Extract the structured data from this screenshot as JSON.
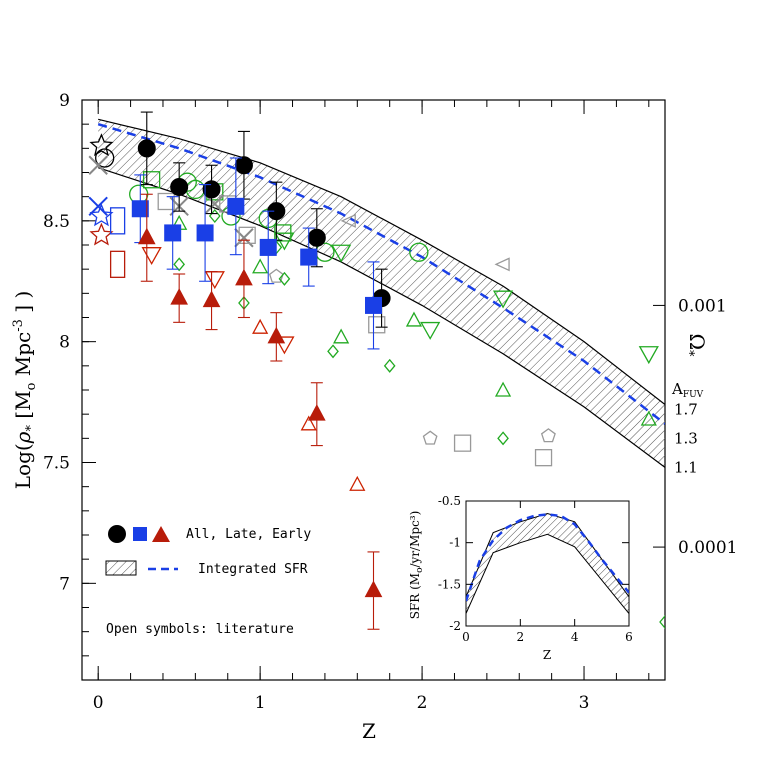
{
  "chart_data": [
    {
      "type": "scatter",
      "xlabel": "Z",
      "ylabel_prefix": "Log(",
      "ylabel_rho": "ρ",
      "ylabel_sub": "*",
      "ylabel_units": " [M",
      "ylabel_units_sub": "o",
      "ylabel_units_rest": " Mpc",
      "ylabel_exp": "-3",
      "ylabel_suffix": " ] )",
      "xlim": [
        -0.1,
        3.5
      ],
      "ylim": [
        6.6,
        9.0
      ],
      "x_ticks": [
        0,
        1,
        2,
        3
      ],
      "y_ticks": [
        7,
        7.5,
        8,
        8.5,
        9
      ],
      "right_axis": {
        "label": "Ω",
        "label_sub": "*",
        "ticks": [
          {
            "label": "0.001",
            "y": 8.15
          },
          {
            "label": "0.0001",
            "y": 7.15
          }
        ],
        "afuv_title": "A",
        "afuv_sub": "FUV",
        "afuv_values": [
          {
            "label": "1.7",
            "y": 7.72
          },
          {
            "label": "1.3",
            "y": 7.6
          },
          {
            "label": "1.1",
            "y": 7.48
          }
        ]
      },
      "band": {
        "z": [
          0,
          0.5,
          1,
          1.5,
          2,
          2.5,
          3,
          3.5
        ],
        "upper": [
          8.92,
          8.84,
          8.74,
          8.6,
          8.42,
          8.23,
          8.0,
          7.74
        ],
        "lower": [
          8.72,
          8.61,
          8.48,
          8.33,
          8.15,
          7.95,
          7.73,
          7.48
        ]
      },
      "integrated_sfr_line": {
        "z": [
          0,
          0.5,
          1,
          1.5,
          2,
          2.5,
          3,
          3.5
        ],
        "y": [
          8.9,
          8.8,
          8.68,
          8.53,
          8.35,
          8.14,
          7.92,
          7.66
        ]
      },
      "series": [
        {
          "name": "All",
          "marker": "circle-filled",
          "color": "#000000",
          "points": [
            {
              "x": 0.3,
              "y": 8.8,
              "err": 0.15
            },
            {
              "x": 0.5,
              "y": 8.64,
              "err": 0.1
            },
            {
              "x": 0.7,
              "y": 8.63,
              "err": 0.1
            },
            {
              "x": 0.9,
              "y": 8.73,
              "err": 0.14
            },
            {
              "x": 1.1,
              "y": 8.54,
              "err": 0.12
            },
            {
              "x": 1.35,
              "y": 8.43,
              "err": 0.12
            },
            {
              "x": 1.75,
              "y": 8.18,
              "err": 0.12
            }
          ]
        },
        {
          "name": "Late",
          "marker": "square-filled",
          "color": "#1a3fe6",
          "points": [
            {
              "x": 0.26,
              "y": 8.55,
              "err": 0.14
            },
            {
              "x": 0.46,
              "y": 8.45,
              "err": 0.15
            },
            {
              "x": 0.66,
              "y": 8.45,
              "err": 0.2
            },
            {
              "x": 0.85,
              "y": 8.56,
              "err": 0.2
            },
            {
              "x": 1.05,
              "y": 8.39,
              "err": 0.15
            },
            {
              "x": 1.3,
              "y": 8.35,
              "err": 0.12
            },
            {
              "x": 1.7,
              "y": 8.15,
              "err": 0.18
            }
          ]
        },
        {
          "name": "Early",
          "marker": "triangle-filled",
          "color": "#b81c0a",
          "points": [
            {
              "x": 0.3,
              "y": 8.43,
              "err": 0.18
            },
            {
              "x": 0.5,
              "y": 8.18,
              "err": 0.1
            },
            {
              "x": 0.7,
              "y": 8.17,
              "err": 0.12
            },
            {
              "x": 0.9,
              "y": 8.26,
              "err": 0.16
            },
            {
              "x": 1.1,
              "y": 8.02,
              "err": 0.1
            },
            {
              "x": 1.35,
              "y": 7.7,
              "err": 0.13
            },
            {
              "x": 1.7,
              "y": 6.97,
              "err": 0.16
            }
          ]
        },
        {
          "name": "",
          "marker": "literature",
          "points": [
            {
              "x": 0.02,
              "y": 8.81,
              "shape": "star",
              "color": "#000000"
            },
            {
              "x": 0.02,
              "y": 8.52,
              "shape": "star",
              "color": "#1a3fe6"
            },
            {
              "x": 0.02,
              "y": 8.44,
              "shape": "star",
              "color": "#b81c0a"
            },
            {
              "x": 0.04,
              "y": 8.76,
              "shape": "circle",
              "color": "#000000"
            },
            {
              "x": 0.0,
              "y": 8.73,
              "shape": "cross",
              "color": "#888888"
            },
            {
              "x": 0.0,
              "y": 8.56,
              "shape": "cross",
              "color": "#1a3fe6"
            },
            {
              "x": 0.12,
              "y": 8.5,
              "shape": "rect",
              "color": "#1a3fe6"
            },
            {
              "x": 0.12,
              "y": 8.32,
              "shape": "rect",
              "color": "#b81c0a"
            },
            {
              "x": 0.25,
              "y": 8.61,
              "shape": "circle",
              "color": "#22aa22"
            },
            {
              "x": 0.33,
              "y": 8.67,
              "shape": "square",
              "color": "#22aa22"
            },
            {
              "x": 0.42,
              "y": 8.58,
              "shape": "square",
              "color": "#999999"
            },
            {
              "x": 0.55,
              "y": 8.66,
              "shape": "circle",
              "color": "#22aa22"
            },
            {
              "x": 0.6,
              "y": 8.63,
              "shape": "circle",
              "color": "#22aa22"
            },
            {
              "x": 0.72,
              "y": 8.62,
              "shape": "square",
              "color": "#22aa22"
            },
            {
              "x": 0.8,
              "y": 8.57,
              "shape": "square",
              "color": "#999999"
            },
            {
              "x": 0.82,
              "y": 8.52,
              "shape": "circle",
              "color": "#22aa22"
            },
            {
              "x": 1.05,
              "y": 8.51,
              "shape": "circle",
              "color": "#22aa22"
            },
            {
              "x": 1.14,
              "y": 8.45,
              "shape": "square",
              "color": "#22aa22"
            },
            {
              "x": 1.4,
              "y": 8.37,
              "shape": "circle",
              "color": "#22aa22"
            },
            {
              "x": 1.98,
              "y": 8.37,
              "shape": "circle",
              "color": "#22aa22"
            },
            {
              "x": 0.5,
              "y": 8.56,
              "shape": "cross",
              "color": "#888888"
            },
            {
              "x": 0.72,
              "y": 8.57,
              "shape": "cross",
              "color": "#888888"
            },
            {
              "x": 0.9,
              "y": 8.43,
              "shape": "cross",
              "color": "#888888"
            },
            {
              "x": 0.92,
              "y": 8.44,
              "shape": "square",
              "color": "#999999"
            },
            {
              "x": 1.1,
              "y": 8.27,
              "shape": "pentagon",
              "color": "#999999"
            },
            {
              "x": 1.72,
              "y": 8.07,
              "shape": "square",
              "color": "#999999"
            },
            {
              "x": 2.05,
              "y": 7.6,
              "shape": "pentagon",
              "color": "#999999"
            },
            {
              "x": 2.25,
              "y": 7.58,
              "shape": "square",
              "color": "#999999"
            },
            {
              "x": 2.75,
              "y": 7.52,
              "shape": "square",
              "color": "#999999"
            },
            {
              "x": 2.78,
              "y": 7.61,
              "shape": "pentagon",
              "color": "#999999"
            },
            {
              "x": 1.55,
              "y": 8.5,
              "shape": "tri-left",
              "color": "#999999"
            },
            {
              "x": 2.5,
              "y": 8.32,
              "shape": "tri-left",
              "color": "#999999"
            },
            {
              "x": 0.5,
              "y": 8.49,
              "shape": "tri-up",
              "color": "#22aa22"
            },
            {
              "x": 1.0,
              "y": 8.31,
              "shape": "tri-up",
              "color": "#22aa22"
            },
            {
              "x": 1.5,
              "y": 8.02,
              "shape": "tri-up",
              "color": "#22aa22"
            },
            {
              "x": 1.95,
              "y": 8.09,
              "shape": "tri-up",
              "color": "#22aa22"
            },
            {
              "x": 2.5,
              "y": 7.8,
              "shape": "tri-up",
              "color": "#22aa22"
            },
            {
              "x": 3.4,
              "y": 7.68,
              "shape": "tri-up",
              "color": "#22aa22"
            },
            {
              "x": 1.15,
              "y": 8.42,
              "shape": "tri-down",
              "color": "#22aa22"
            },
            {
              "x": 1.5,
              "y": 8.37,
              "shape": "tri-down",
              "color": "#22aa22"
            },
            {
              "x": 2.05,
              "y": 8.05,
              "shape": "tri-down",
              "color": "#22aa22"
            },
            {
              "x": 2.5,
              "y": 8.18,
              "shape": "tri-down",
              "color": "#22aa22"
            },
            {
              "x": 3.4,
              "y": 7.95,
              "shape": "tri-down",
              "color": "#22aa22"
            },
            {
              "x": 0.5,
              "y": 8.32,
              "shape": "diamond",
              "color": "#22aa22"
            },
            {
              "x": 0.72,
              "y": 8.52,
              "shape": "diamond",
              "color": "#22aa22"
            },
            {
              "x": 0.9,
              "y": 8.16,
              "shape": "diamond",
              "color": "#22aa22"
            },
            {
              "x": 1.1,
              "y": 8.39,
              "shape": "diamond",
              "color": "#22aa22"
            },
            {
              "x": 1.15,
              "y": 8.26,
              "shape": "diamond",
              "color": "#22aa22"
            },
            {
              "x": 1.45,
              "y": 7.96,
              "shape": "diamond",
              "color": "#22aa22"
            },
            {
              "x": 1.8,
              "y": 7.9,
              "shape": "diamond",
              "color": "#22aa22"
            },
            {
              "x": 2.5,
              "y": 7.6,
              "shape": "diamond",
              "color": "#22aa22"
            },
            {
              "x": 3.5,
              "y": 6.84,
              "shape": "diamond",
              "color": "#22aa22"
            },
            {
              "x": 0.33,
              "y": 8.36,
              "shape": "tri-down",
              "color": "#cc2200"
            },
            {
              "x": 0.72,
              "y": 8.26,
              "shape": "tri-down",
              "color": "#cc2200"
            },
            {
              "x": 1.15,
              "y": 7.99,
              "shape": "tri-down",
              "color": "#cc2200"
            },
            {
              "x": 1.0,
              "y": 8.06,
              "shape": "tri-up",
              "color": "#cc2200"
            },
            {
              "x": 1.3,
              "y": 7.66,
              "shape": "tri-up",
              "color": "#cc2200"
            },
            {
              "x": 1.6,
              "y": 7.41,
              "shape": "tri-up",
              "color": "#cc2200"
            }
          ]
        }
      ],
      "legend": {
        "symbols_label": "All, Late, Early",
        "band_label": "Integrated SFR",
        "note": "Open symbols: literature"
      },
      "colors": {
        "band_edge": "#000000",
        "integrated_line": "#1a3fe6",
        "hatch": "#555555"
      }
    },
    {
      "type": "line",
      "inset": true,
      "xlabel": "Z",
      "ylabel": "SFR (M",
      "ylabel_sub": "o",
      "ylabel_rest": "/yr/Mpc³)",
      "xlim": [
        0,
        6
      ],
      "ylim": [
        -2,
        -0.5
      ],
      "x_ticks": [
        0,
        2,
        4,
        6
      ],
      "y_ticks": [
        -2,
        -1.5,
        -1,
        -0.5
      ],
      "band": {
        "z": [
          0,
          1,
          2,
          3,
          4,
          5,
          6
        ],
        "upper": [
          -1.65,
          -0.88,
          -0.75,
          -0.65,
          -0.75,
          -1.2,
          -1.65
        ],
        "lower": [
          -1.85,
          -1.12,
          -1.0,
          -0.9,
          -1.05,
          -1.45,
          -1.85
        ]
      },
      "integrated_sfr_line": {
        "z": [
          0,
          0.5,
          1,
          1.5,
          2,
          2.5,
          3,
          3.5,
          4,
          4.5,
          5,
          5.5,
          6
        ],
        "y": [
          -1.7,
          -1.22,
          -0.97,
          -0.82,
          -0.73,
          -0.68,
          -0.66,
          -0.68,
          -0.78,
          -0.98,
          -1.2,
          -1.4,
          -1.6
        ]
      }
    }
  ]
}
